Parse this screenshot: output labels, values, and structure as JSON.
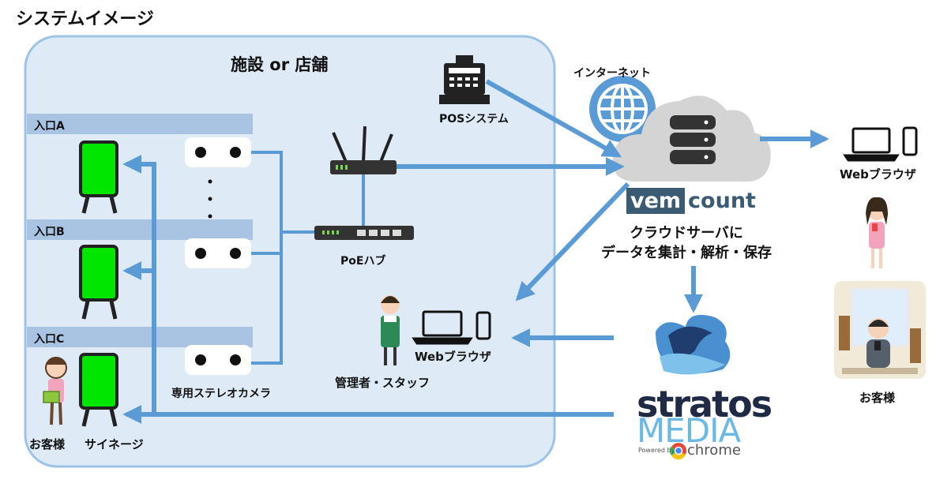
{
  "title": "システムイメージ",
  "facility": {
    "label": "施設 or 店舗"
  },
  "entrances": [
    {
      "label": "入口A"
    },
    {
      "label": "入口B"
    },
    {
      "label": "入口C"
    }
  ],
  "labels": {
    "pos": "POSシステム",
    "poe": "PoEハブ",
    "camera": "専用ステレオカメラ",
    "internet": "インターネット",
    "cloud_line1": "クラウドサーバに",
    "cloud_line2": "データを集計・解析・保存",
    "web_browser_top": "Webブラウザ",
    "web_browser_staff": "Webブラウザ",
    "staff": "管理者・スタッフ",
    "customer_right": "お客様",
    "customer_left": "お客様",
    "signage": "サイネージ"
  },
  "vemcount": {
    "part1": "vem",
    "part2": "count"
  },
  "stratos": {
    "word1": "stratos",
    "word2": "MEDIA",
    "powered": "Powered by",
    "chrome": "chrome"
  },
  "colors": {
    "arrow": "#5b9bd5",
    "facility_bg": "#deebf7",
    "facility_border": "#9dc3e6",
    "entrance_bar": "#a9c4e2",
    "screen": "#00e600",
    "cloud": "#d5d5d5"
  }
}
